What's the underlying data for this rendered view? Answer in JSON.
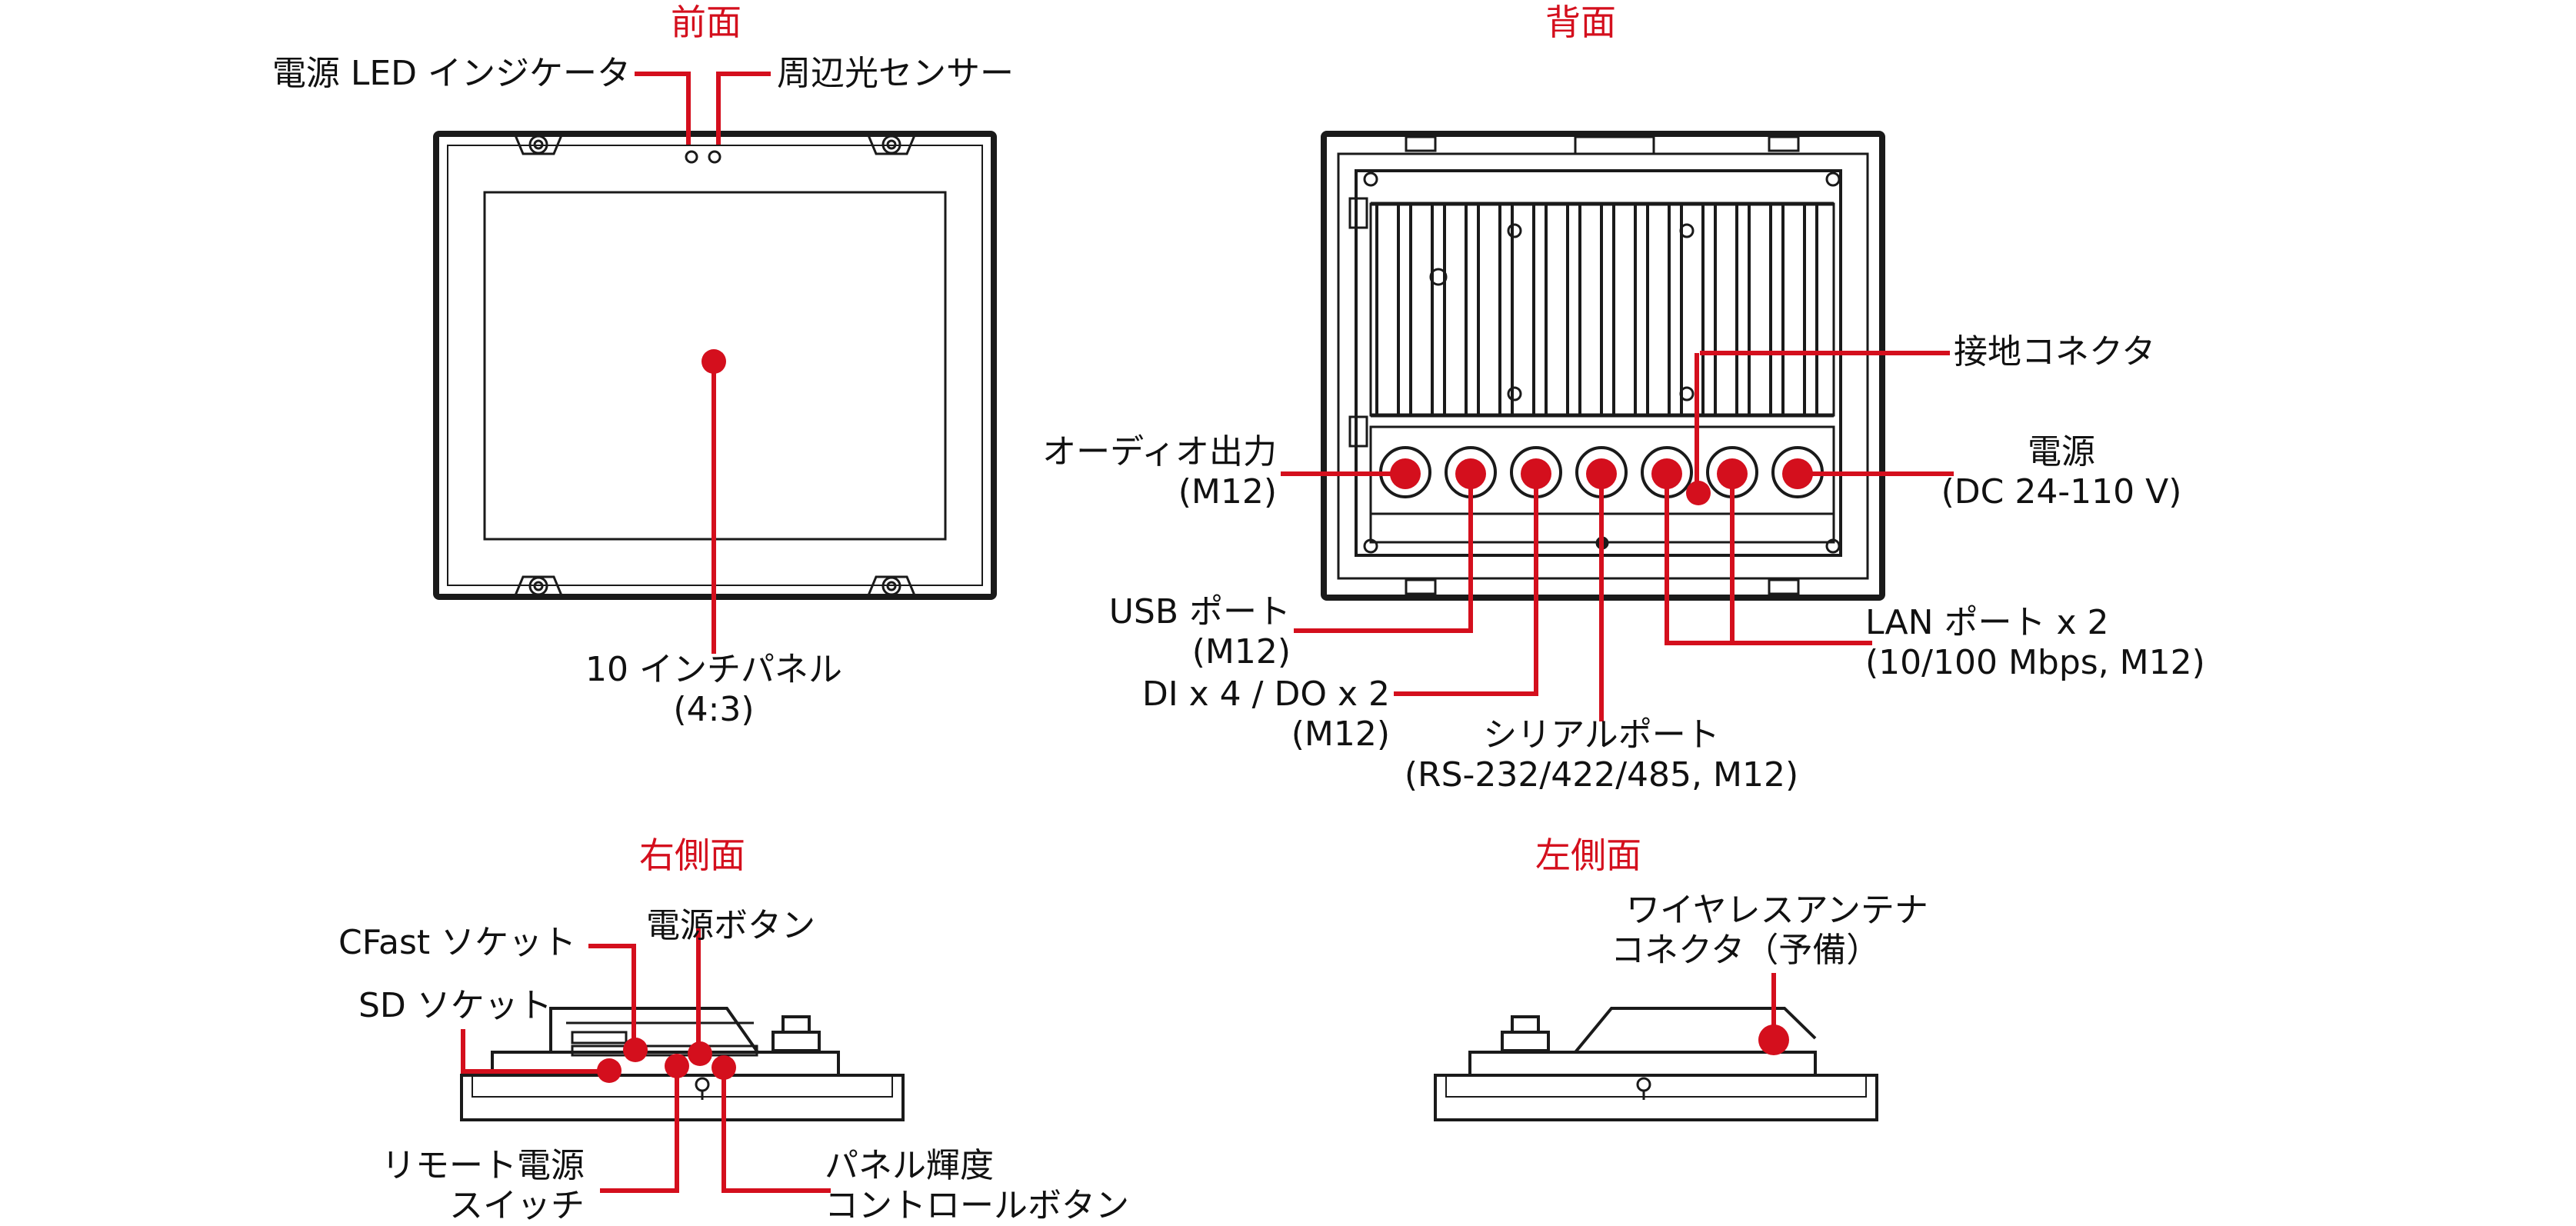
{
  "views": {
    "front": "前面",
    "back": "背面",
    "right": "右側面",
    "left": "左側面"
  },
  "labels": {
    "power_led": "電源 LED インジケータ",
    "ambient_sensor": "周辺光センサー",
    "panel": "10 インチパネル",
    "panel_ratio": "(4:3)",
    "ground_connector": "接地コネクタ",
    "audio_out": "オーディオ出力",
    "audio_out_type": "(M12)",
    "power": "電源",
    "power_spec": "(DC 24-110 V)",
    "usb": "USB ポート",
    "usb_type": "(M12)",
    "dio": "DI x 4 / DO x 2",
    "dio_type": "(M12)",
    "lan": "LAN ポート x 2",
    "lan_spec": "(10/100 Mbps, M12)",
    "serial": "シリアルポート",
    "serial_spec": "(RS-232/422/485, M12)",
    "cfast": "CFast ソケット",
    "power_button": "電源ボタン",
    "sd": "SD ソケット",
    "remote_power_1": "リモート電源",
    "remote_power_2": "スイッチ",
    "brightness_1": "パネル輝度",
    "brightness_2": "コントロールボタン",
    "antenna_1": "ワイヤレスアンテナ",
    "antenna_2": "コネクタ（予備）"
  },
  "colors": {
    "accent": "#d40f1d",
    "line": "#1a1a1a",
    "text": "#111111"
  }
}
